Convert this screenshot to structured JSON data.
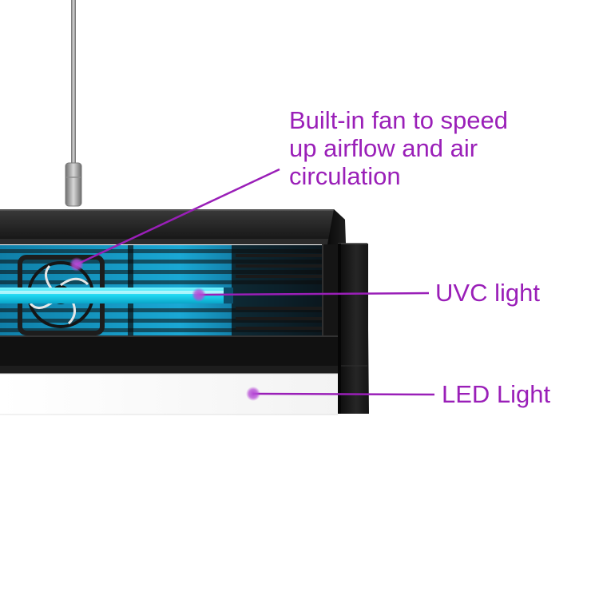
{
  "annotations": {
    "fan": {
      "lines": [
        "Built-in fan to speed",
        "up airflow and air",
        "circulation"
      ]
    },
    "uvc": {
      "label": "UVC light"
    },
    "led": {
      "label": "LED Light"
    }
  },
  "colors": {
    "annotation": "#9a1fb8",
    "uvc_glow": "#1ed6f0",
    "housing": "#1c1c1c"
  }
}
